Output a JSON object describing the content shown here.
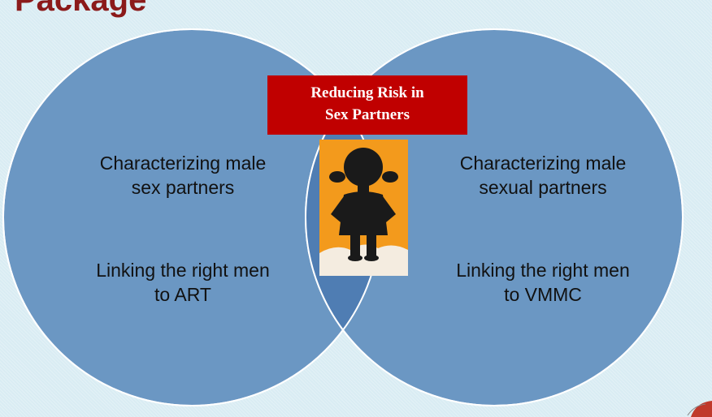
{
  "title": "Package",
  "circles": {
    "left": {
      "line1a": "Characterizing male",
      "line1b": "sex partners",
      "line2a": "Linking the right men",
      "line2b": "to ART"
    },
    "right": {
      "line1a": "Characterizing male",
      "line1b": "sexual partners",
      "line2a": "Linking the right men",
      "line2b": "to VMMC"
    }
  },
  "center": {
    "line1": "Reducing Risk in",
    "line2": "Sex Partners",
    "image_icon": "girl-silhouette-icon"
  },
  "colors": {
    "background": "#d9ecf3",
    "circle_fill": "#6b97c3",
    "circle_stroke": "#ffffff",
    "overlap_fill": "#4f7db3",
    "title": "#8b1a1a",
    "banner": "#c00000",
    "figure_bg": "#f39a1c"
  }
}
